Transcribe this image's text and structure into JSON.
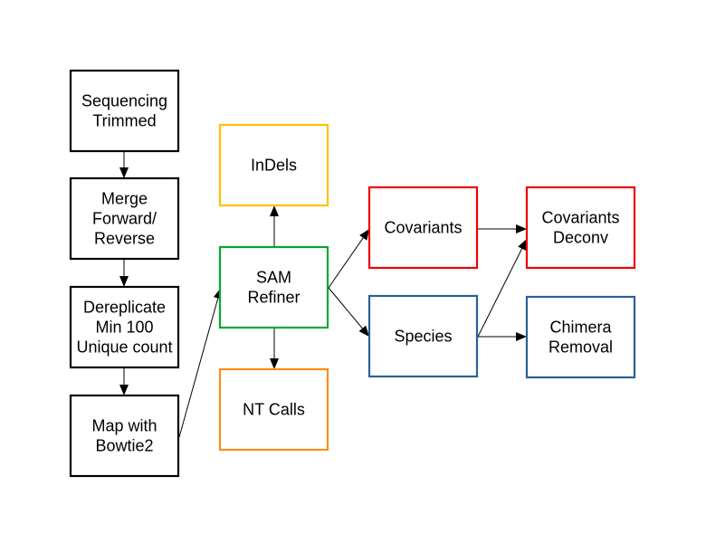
{
  "colors": {
    "black": "#000000",
    "yellow": "#ffc000",
    "green": "#00a933",
    "red": "#ee0000",
    "blue": "#2a6099",
    "orange": "#ff8c1a"
  },
  "nodes": {
    "sequencing": {
      "lines": [
        "Sequencing",
        "Trimmed"
      ],
      "color": "black"
    },
    "merge": {
      "lines": [
        "Merge",
        "Forward/",
        "Reverse"
      ],
      "color": "black"
    },
    "dereplicate": {
      "lines": [
        "Dereplicate",
        "Min 100",
        "Unique count"
      ],
      "color": "black"
    },
    "map": {
      "lines": [
        "Map with",
        "Bowtie2"
      ],
      "color": "black"
    },
    "indels": {
      "lines": [
        "InDels"
      ],
      "color": "yellow"
    },
    "sam": {
      "lines": [
        "SAM",
        "Refiner"
      ],
      "color": "green"
    },
    "ntcalls": {
      "lines": [
        "NT Calls"
      ],
      "color": "orange"
    },
    "covariants": {
      "lines": [
        "Covariants"
      ],
      "color": "red"
    },
    "species": {
      "lines": [
        "Species"
      ],
      "color": "blue"
    },
    "deconv": {
      "lines": [
        "Covariants",
        "Deconv"
      ],
      "color": "red"
    },
    "chimera": {
      "lines": [
        "Chimera",
        "Removal"
      ],
      "color": "blue"
    }
  },
  "edges": [
    {
      "from": "sequencing",
      "to": "merge"
    },
    {
      "from": "merge",
      "to": "dereplicate"
    },
    {
      "from": "dereplicate",
      "to": "map"
    },
    {
      "from": "map",
      "to": "sam"
    },
    {
      "from": "sam",
      "to": "indels"
    },
    {
      "from": "sam",
      "to": "ntcalls"
    },
    {
      "from": "sam",
      "to": "covariants"
    },
    {
      "from": "sam",
      "to": "species"
    },
    {
      "from": "covariants",
      "to": "deconv"
    },
    {
      "from": "species",
      "to": "deconv"
    },
    {
      "from": "species",
      "to": "chimera"
    }
  ]
}
